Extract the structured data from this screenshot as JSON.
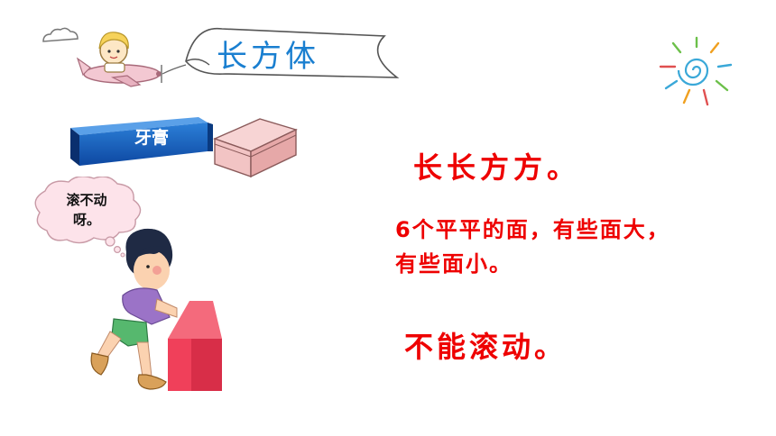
{
  "banner": {
    "title": "长方体"
  },
  "toothpaste": {
    "label": "牙膏"
  },
  "thought_bubble": {
    "line1": "滚不动",
    "line2": "呀。"
  },
  "statements": {
    "s1": "长长方方。",
    "s2_line1": "6个平平的面，有些面大，",
    "s2_line2": "有些面小。",
    "s3": "不能滚动。"
  },
  "colors": {
    "title_blue": "#1a7fd0",
    "statement_red": "#ee0000",
    "toothpaste_blue": "#1565c0",
    "box_pink": "#f2c4c4",
    "cuboid_red": "#f0405a"
  }
}
